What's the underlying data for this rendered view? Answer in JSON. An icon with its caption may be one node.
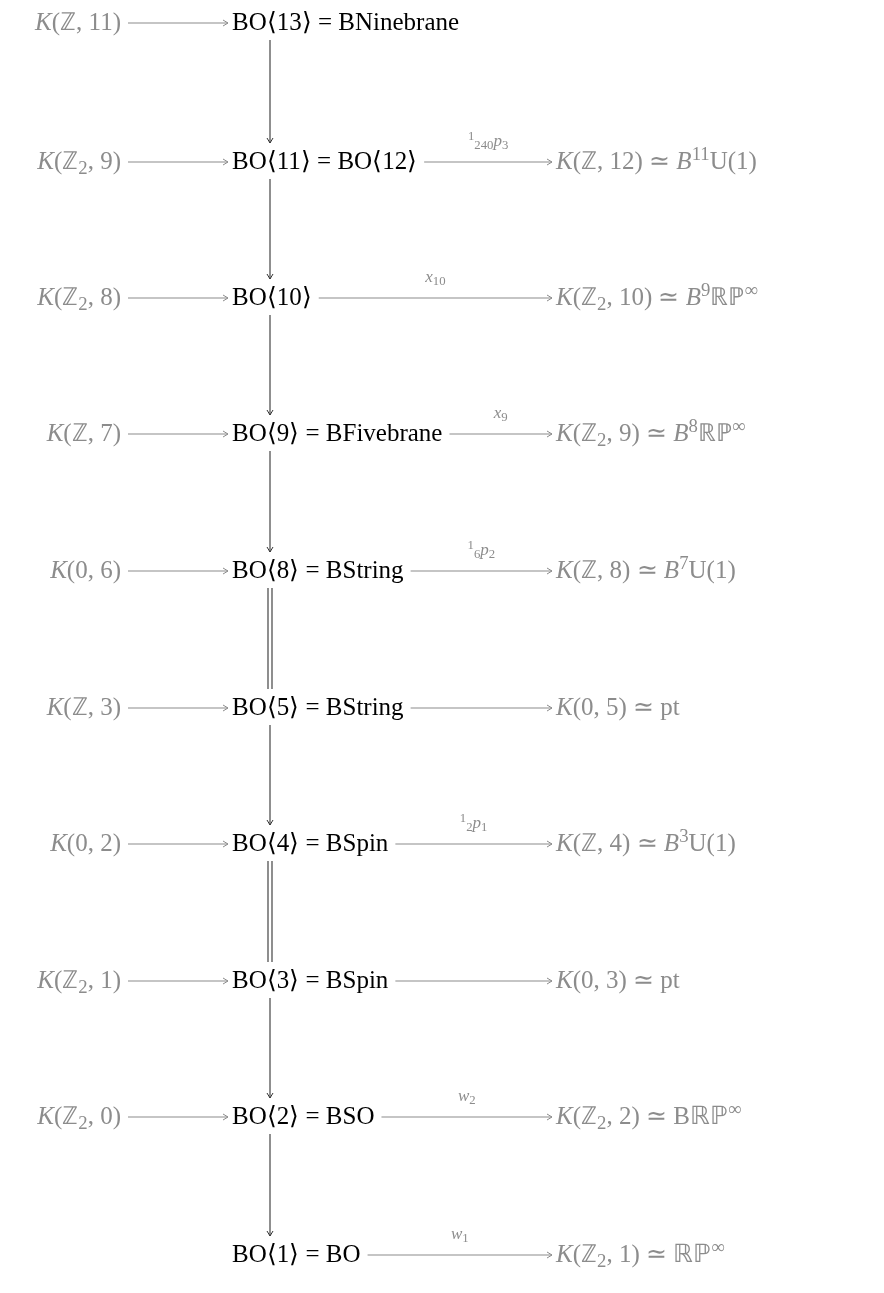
{
  "diagram": {
    "nodes": [
      {
        "text": [
          "*K*(ℤ, 11)"
        ]
      },
      {
        "text": [
          "BO⟨13⟩ = BNinebrane"
        ]
      },
      {
        "text": [
          "*K*(ℤ$_{2}$, 9)"
        ]
      },
      {
        "text": [
          "BO⟨11⟩ = BO⟨12⟩"
        ]
      },
      {
        "text": [
          "*K*(ℤ, 12) ≃ *B*$^{11}$U(1)"
        ]
      },
      {
        "text": [
          "*K*(ℤ$_{2}$, 8)"
        ]
      },
      {
        "text": [
          "BO⟨10⟩"
        ]
      },
      {
        "text": [
          "*K*(ℤ$_{2}$, 10) ≃ *B*$^{9}$ℝℙ$^{∞}$"
        ]
      },
      {
        "text": [
          "*K*(ℤ, 7)"
        ]
      },
      {
        "text": [
          "BO⟨9⟩ = BFivebrane"
        ]
      },
      {
        "text": [
          "*K*(ℤ$_{2}$, 9) ≃ *B*$^{8}$ℝℙ$^{∞}$"
        ]
      },
      {
        "text": [
          "*K*(0, 6)"
        ]
      },
      {
        "text": [
          "BO⟨8⟩ = BString"
        ]
      },
      {
        "text": [
          "*K*(ℤ, 8) ≃ *B*$^{7}$U(1)"
        ]
      },
      {
        "text": [
          "*K*(ℤ, 3)"
        ]
      },
      {
        "text": [
          "BO⟨5⟩ = BString"
        ]
      },
      {
        "text": [
          "*K*(0, 5) ≃ pt"
        ]
      },
      {
        "text": [
          "*K*(0, 2)"
        ]
      },
      {
        "text": [
          "BO⟨4⟩ = BSpin"
        ]
      },
      {
        "text": [
          "*K*(ℤ, 4) ≃ *B*$^{3}$U(1)"
        ]
      },
      {
        "text": [
          "*K*(ℤ$_{2}$, 1)"
        ]
      },
      {
        "text": [
          "BO⟨3⟩ = BSpin"
        ]
      },
      {
        "text": [
          "*K*(0, 3) ≃ pt"
        ]
      },
      {
        "text": [
          "*K*(ℤ$_{2}$, 0)"
        ]
      },
      {
        "text": [
          "BO⟨2⟩ = BSO"
        ]
      },
      {
        "text": [
          "*K*(ℤ$_{2}$, 2) ≃ Bℝℙ$^{∞}$"
        ]
      },
      {
        "text": [
          "BO⟨1⟩ = BO"
        ]
      },
      {
        "text": [
          "*K*(ℤ$_{2}$, 1) ≃ ℝℙ$^{∞}$"
        ]
      }
    ],
    "edges": [
      {
        "from": 0,
        "to": 1,
        "arrow": "to"
      },
      {
        "from": 1,
        "to": 3,
        "arrow": "to",
        "color": "#333333"
      },
      {
        "from": 2,
        "to": 3,
        "arrow": "to"
      },
      {
        "from": 3,
        "to": 4,
        "arrow": "to",
        "label": "$^{1}$$_{240}$*p*$_{3}$"
      },
      {
        "from": 3,
        "to": 6,
        "arrow": "to",
        "color": "#333333"
      },
      {
        "from": 5,
        "to": 6,
        "arrow": "to"
      },
      {
        "from": 6,
        "to": 7,
        "arrow": "to",
        "label": "*x*$_{10}$"
      },
      {
        "from": 6,
        "to": 9,
        "arrow": "to",
        "color": "#333333"
      },
      {
        "from": 8,
        "to": 9,
        "arrow": "to"
      },
      {
        "from": 9,
        "to": 10,
        "arrow": "to",
        "label": "*x*$_{9}$"
      },
      {
        "from": 9,
        "to": 12,
        "arrow": "to",
        "color": "#333333"
      },
      {
        "from": 11,
        "to": 12,
        "arrow": "to"
      },
      {
        "from": 12,
        "to": 13,
        "arrow": "to",
        "label": "$^{1}$$_{6}$*p*$_{2}$"
      },
      {
        "from": 12,
        "to": 15,
        "arrow": "none",
        "color": "#333333"
      },
      {
        "from": 14,
        "to": 15,
        "arrow": "to"
      },
      {
        "from": 15,
        "to": 16,
        "arrow": "to"
      },
      {
        "from": 15,
        "to": 18,
        "arrow": "to",
        "color": "#333333"
      },
      {
        "from": 17,
        "to": 18,
        "arrow": "to"
      },
      {
        "from": 18,
        "to": 19,
        "arrow": "to",
        "label": "$^{1}$$_{2}$*p*$_{1}$"
      },
      {
        "from": 18,
        "to": 21,
        "arrow": "none",
        "color": "#333333"
      },
      {
        "from": 20,
        "to": 21,
        "arrow": "to"
      },
      {
        "from": 21,
        "to": 22,
        "arrow": "to"
      },
      {
        "from": 21,
        "to": 24,
        "arrow": "to",
        "color": "#333333"
      },
      {
        "from": 23,
        "to": 24,
        "arrow": "to"
      },
      {
        "from": 24,
        "to": 25,
        "arrow": "to",
        "label": "*w*$_{2}$"
      },
      {
        "from": 24,
        "to": 26,
        "arrow": "to",
        "color": "#333333"
      },
      {
        "from": 26,
        "to": 27,
        "arrow": "to",
        "label": "*w*$_{1}$"
      }
    ]
  }
}
